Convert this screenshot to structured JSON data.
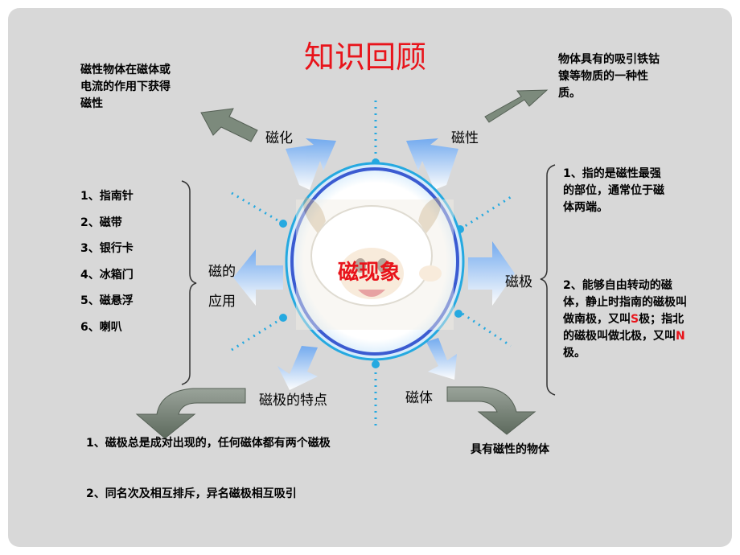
{
  "title": "知识回顾",
  "center": "磁现象",
  "labels": {
    "cihua": "磁化",
    "cixing": "磁性",
    "yingyong_line1": "磁的",
    "yingyong_line2": "应用",
    "ciji": "磁极",
    "ciji_tedian": "磁极的特点",
    "citi": "磁体"
  },
  "definitions": {
    "cihua": "磁性物体在磁体或电流的作用下获得磁性",
    "cixing": "物体具有的吸引铁钴镍等物质的一种性质。",
    "citi": "具有磁性的物体"
  },
  "applications": [
    "1、指南针",
    "2、磁带",
    "3、银行卡",
    "4、冰箱门",
    "5、磁悬浮",
    "6、喇叭"
  ],
  "ciji_notes": {
    "note1": "1、指的是磁性最强的部位，通常位于磁体两端。",
    "note2_part1": "2、能够自由转动的磁体，静止时指南的磁极叫做南极，又叫",
    "note2_s": "S",
    "note2_part2": "极；指北的磁极叫做北极，又叫",
    "note2_n": "N",
    "note2_part3": "极。"
  },
  "tedian": {
    "point1": "1、磁极总是成对出现的，任何磁体都有两个磁极",
    "point2": "2、同名次及相互排斥，异名磁极相互吸引"
  }
}
